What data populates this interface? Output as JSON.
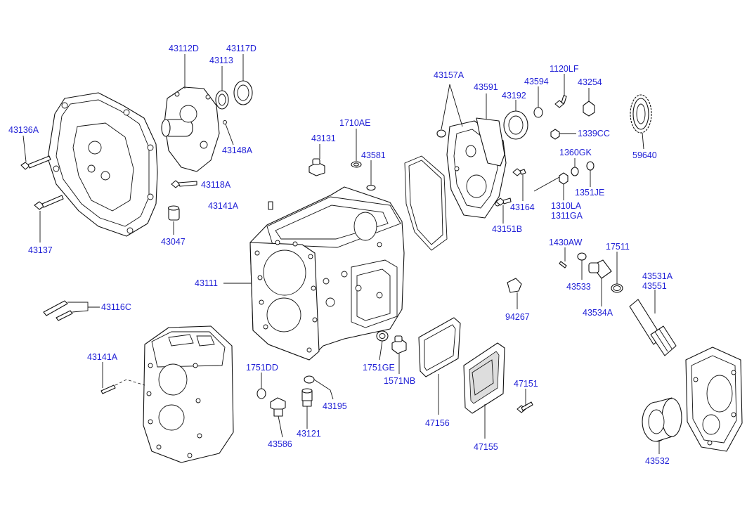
{
  "title": "",
  "theme": {
    "label_color": "#1f1fd6",
    "line_color": "#111111",
    "background": "#ffffff"
  },
  "parts": {
    "p43112D": "43112D",
    "p43117D": "43117D",
    "p43113": "43113",
    "p43136A": "43136A",
    "p43148A": "43148A",
    "p43118A": "43118A",
    "p43141A_top": "43141A",
    "p43137": "43137",
    "p43047": "43047",
    "p43131": "43131",
    "p1710AE": "1710AE",
    "p43581": "43581",
    "p43111": "43111",
    "p43116C": "43116C",
    "p43141A_bottom": "43141A",
    "p1751DD": "1751DD",
    "p43195": "43195",
    "p43586": "43586",
    "p43121": "43121",
    "p1751GE": "1751GE",
    "p1571NB": "1571NB",
    "p43157A": "43157A",
    "p43591": "43591",
    "p43192": "43192",
    "p43594": "43594",
    "p1120LF": "1120LF",
    "p43254": "43254",
    "p1339CC": "1339CC",
    "p1360GK": "1360GK",
    "p1351JE": "1351JE",
    "p59640": "59640",
    "p43164": "43164",
    "p1310LA": "1310LA",
    "p1311GA": "1311GA",
    "p43151B": "43151B",
    "p1430AW": "1430AW",
    "p17511": "17511",
    "p43533": "43533",
    "p43534A": "43534A",
    "p43531A": "43531A",
    "p43551": "43551",
    "p94267": "94267",
    "p47151": "47151",
    "p47156": "47156",
    "p47155": "47155",
    "p43532": "43532"
  }
}
